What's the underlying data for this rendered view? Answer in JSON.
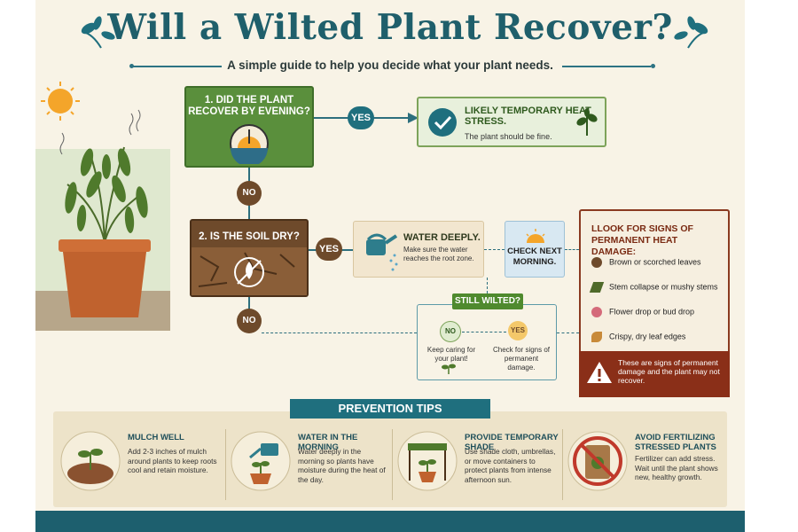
{
  "title": "Will a Wilted Plant Recover?",
  "subtitle": "A simple guide to help you decide what your plant needs.",
  "flow": {
    "q1": "1. DID THE PLANT RECOVER BY EVENING?",
    "q1_yes": "YES",
    "q1_no": "NO",
    "ans_yes_title": "LIKELY TEMPORARY HEAT STRESS.",
    "ans_yes_text": "The plant should be fine.",
    "q2": "2. IS THE SOIL DRY?",
    "q2_yes": "YES",
    "q2_no": "NO",
    "water_title": "WATER DEEPLY.",
    "water_text": "Make sure the water reaches the root zone.",
    "check_title": "CHECK NEXT MORNING.",
    "still_title": "STILL WILTED?",
    "still_no": "NO",
    "still_yes": "YES",
    "still_no_text": "Keep caring for your plant!",
    "still_yes_text": "Check for signs of permanent damage."
  },
  "signs": {
    "title": "LLOOK FOR SIGNS OF PERMANENT HEAT DAMAGE:",
    "items": [
      "Brown or scorched leaves",
      "Stem collapse or mushy stems",
      "Flower drop or bud drop",
      "Crispy, dry leaf edges"
    ],
    "warning": "These are signs of permanent damage and the plant may not recover."
  },
  "prevention": {
    "banner": "PREVENTION TIPS",
    "tips": [
      {
        "title": "MULCH WELL",
        "text": "Add 2-3 inches of mulch around plants to keep roots cool and retain moisture."
      },
      {
        "title": "WATER IN THE MORNING",
        "text": "Water deeply in the morning so plants have moisture during the heat of the day."
      },
      {
        "title": "PROVIDE TEMPORARY SHADE",
        "text": "Use shade cloth, umbrellas, or move containers to protect plants from intense afternoon sun."
      },
      {
        "title": "AVOID FERTILIZING STRESSED PLANTS",
        "text": "Fertilizer can add stress. Wait until the plant shows new, healthy growth."
      }
    ]
  },
  "colors": {
    "teal": "#1f5f6b",
    "green": "#5a8f3c",
    "brown": "#6e4a2b",
    "warning": "#8a2f18"
  },
  "icons": [
    "leaf-icon",
    "sun-icon",
    "checkmark-icon",
    "clock-icon",
    "watering-can-icon",
    "warning-icon"
  ]
}
